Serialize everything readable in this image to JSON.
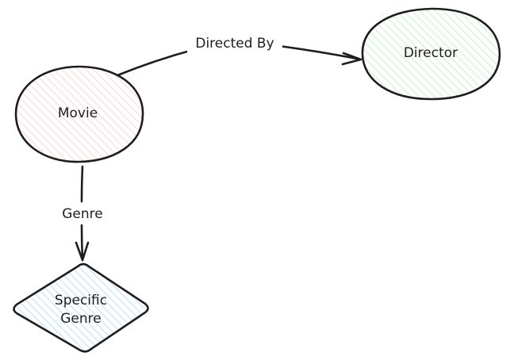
{
  "diagram": {
    "nodes": {
      "movie": {
        "label": "Movie",
        "fill_color": "#ffc9c9"
      },
      "director": {
        "label": "Director",
        "fill_color": "#b2f2bb"
      },
      "specific_genre": {
        "label_lines": [
          "Specific",
          "Genre"
        ],
        "fill_color": "#a5d8ff"
      }
    },
    "edges": {
      "directed_by": {
        "label": "Directed By",
        "from": "Movie",
        "to": "Director"
      },
      "genre": {
        "label": "Genre",
        "from": "Movie",
        "to": "Specific Genre"
      }
    },
    "stroke_color": "#1e1e1e"
  }
}
